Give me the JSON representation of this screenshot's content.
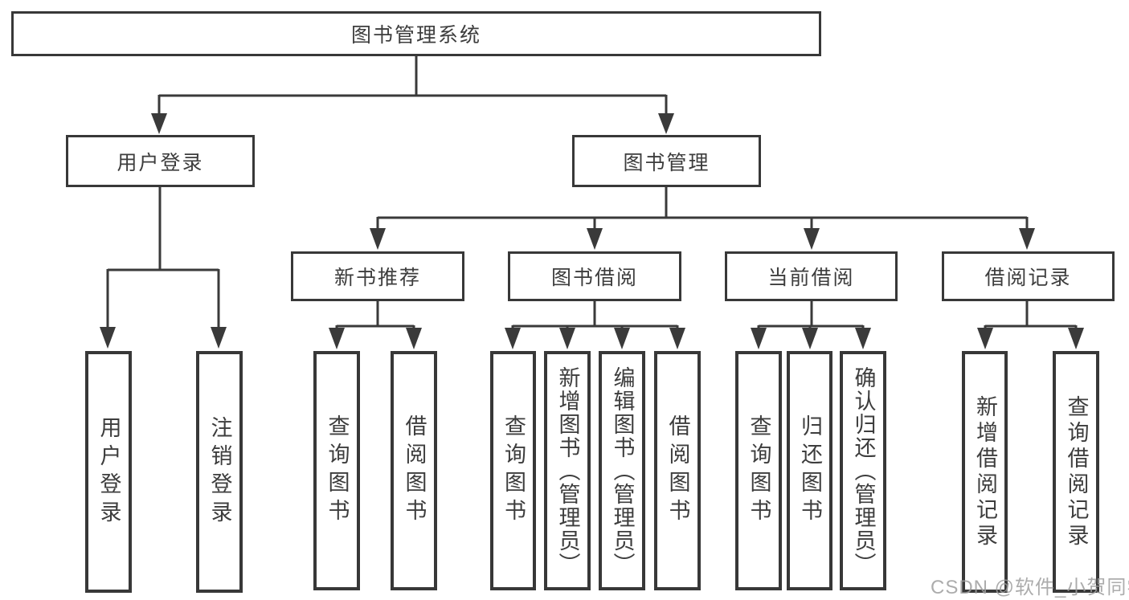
{
  "diagram": {
    "title": "图书管理系统",
    "root": "图书管理系统",
    "branches": {
      "user": "用户登录",
      "books": "图书管理"
    },
    "sections": {
      "new_books": "新书推荐",
      "borrowing": "图书借阅",
      "current": "当前借阅",
      "records": "借阅记录"
    },
    "leaves": {
      "user": [
        "用户登录",
        "注销登录"
      ],
      "new_books": [
        "查询图书",
        "借阅图书"
      ],
      "borrowing": [
        "查询图书",
        "新增图书（管理员）",
        "编辑图书（管理员）",
        "借阅图书"
      ],
      "current": [
        "查询图书",
        "归还图书",
        "确认归还（管理员）"
      ],
      "records": [
        "新增借阅记录",
        "查询借阅记录"
      ]
    }
  },
  "watermark": "CSDN @软件_小贺同学",
  "colors": {
    "line": "#3a3a3a",
    "text": "#3d3d3d",
    "box_background": "#ffffff",
    "watermark": "#9e9e9e"
  }
}
